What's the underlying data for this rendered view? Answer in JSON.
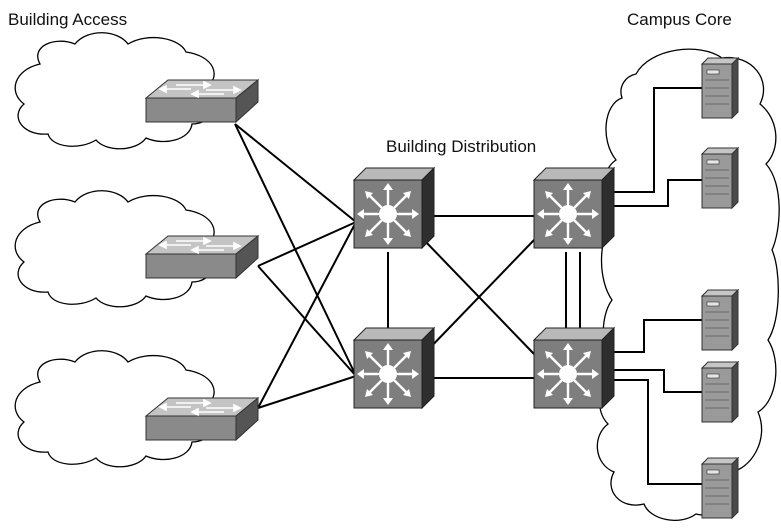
{
  "labels": {
    "building_access": "Building Access",
    "building_distribution": "Building Distribution",
    "campus_core": "Campus Core"
  },
  "colors": {
    "line": "#000000",
    "device_face": "#7f7f7f",
    "device_top": "#bdbdbd",
    "device_side": "#3a3a3a",
    "arrow": "#ffffff"
  },
  "devices": {
    "access_switches": [
      "access-switch",
      "access-switch",
      "access-switch"
    ],
    "distribution_switches": [
      "multilayer-switch",
      "multilayer-switch",
      "multilayer-switch",
      "multilayer-switch"
    ],
    "core_servers": [
      "server",
      "server",
      "server",
      "server",
      "server"
    ]
  }
}
